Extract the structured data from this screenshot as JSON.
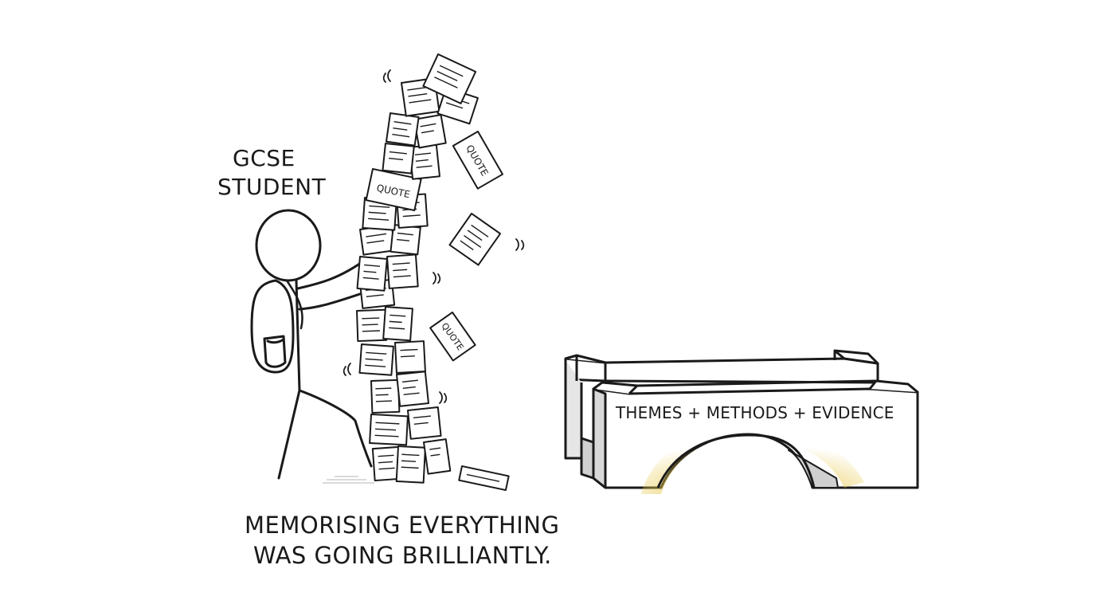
{
  "student_label": {
    "line1": "GCSE",
    "line2": "STUDENT"
  },
  "caption": {
    "line1": "MEMORISING EVERYTHING",
    "line2": "WAS GOING BRILLIANTLY."
  },
  "bridge_label": "THEMES + METHODS + EVIDENCE",
  "note_word": "QUOTE",
  "colors": {
    "ink": "#1a1a1a",
    "paper": "#ffffff",
    "glow": "#e8c84a"
  }
}
